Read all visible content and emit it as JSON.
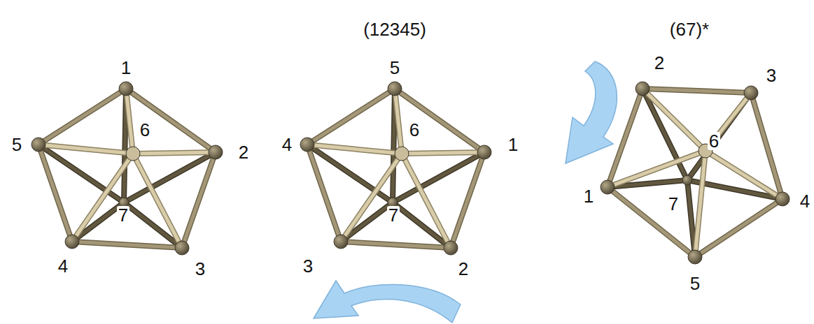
{
  "diagram": {
    "labels": [
      "(12345)",
      "(67)*",
      "1",
      "5",
      "2",
      "6",
      "7",
      "4",
      "3",
      "5",
      "4",
      "1",
      "6",
      "7",
      "3",
      "2",
      "2",
      "3",
      "1",
      "6",
      "7",
      "4",
      "5"
    ]
  }
}
